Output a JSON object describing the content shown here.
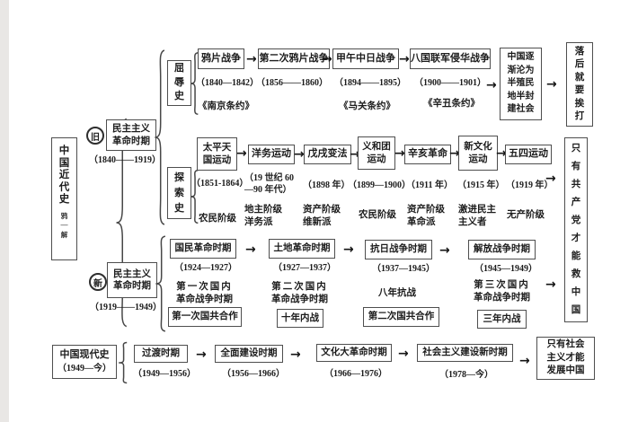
{
  "icons": {
    "arrow_right": "→",
    "brace": "{"
  },
  "root": {
    "title": "中国近代史",
    "note_top": "鸦",
    "note_dash": "—",
    "note_bottom": "解"
  },
  "old_period": {
    "badge": "旧",
    "title": "民主主义革命时期",
    "years": "（1840——1919）"
  },
  "humiliation": {
    "label": "屈辱史",
    "events": [
      {
        "name": "鸦片战争",
        "years": "（1840—1842）",
        "treaty": "《南京条约》"
      },
      {
        "name": "第二次鸦片战争",
        "years": "（1856——1860）",
        "treaty": ""
      },
      {
        "name": "甲午中日战争",
        "years": "（1894——1895）",
        "treaty": "《马关条约》"
      },
      {
        "name": "八国联军侵华战争",
        "years": "（1900——1901）",
        "treaty": "《辛丑条约》"
      }
    ],
    "result": "中国逐渐沦为半殖民地半封建社会",
    "conclusion": "落后就要挨打"
  },
  "exploration": {
    "label": "探索史",
    "events": [
      {
        "name": "太平天国运动",
        "years": "（1851-1864）",
        "social_class": "农民阶级"
      },
      {
        "name": "洋务运动",
        "years_line1": "（19 世纪 60",
        "years_line2": "—90 年代）",
        "social_class": "地主阶级洋务派"
      },
      {
        "name": "戊戌变法",
        "years": "（1898 年）",
        "social_class": "资产阶级维新派"
      },
      {
        "name": "义和团运动",
        "years": "（1899—1900）",
        "social_class": "农民阶级"
      },
      {
        "name": "辛亥革命",
        "years": "（1911 年）",
        "social_class": "资产阶级革命派"
      },
      {
        "name": "新文化运动",
        "years": "（1915 年）",
        "social_class": "激进民主主义者"
      },
      {
        "name": "五四运动",
        "years": "（1919 年）",
        "social_class": "无产阶级"
      }
    ],
    "conclusion": "只有共产党才能救中国"
  },
  "new_period": {
    "badge": "新",
    "title": "民主主义革命时期",
    "years": "（1919——1949）",
    "stages": [
      {
        "name": "国民革命时期",
        "years": "（1924—1927）",
        "alias_line1": "第一次国内",
        "alias_line2": "革命战争时期",
        "tag": "第一次国共合作"
      },
      {
        "name": "土地革命时期",
        "years": "（1927—1937）",
        "alias_line1": "第二次国内",
        "alias_line2": "革命战争时期",
        "tag": "十年内战"
      },
      {
        "name": "抗日战争时期",
        "years": "（1937—1945）",
        "alias_line1": "八年抗战",
        "alias_line2": "",
        "tag": "第二次国共合作"
      },
      {
        "name": "解放战争时期",
        "years": "（1945—1949）",
        "alias_line1": "第三次国内",
        "alias_line2": "革命战争时期",
        "tag": "三年内战"
      }
    ]
  },
  "contemporary": {
    "title": "中国现代史",
    "years": "（1949—今）",
    "stages": [
      {
        "name": "过渡时期",
        "years": "（1949—1956）"
      },
      {
        "name": "全面建设时期",
        "years": "（1956—1966）"
      },
      {
        "name": "文化大革命时期",
        "years": "（1966—1976）"
      },
      {
        "name": "社会主义建设新时期",
        "years": "（1978—今）"
      }
    ],
    "conclusion": "只有社会主义才能发展中国"
  }
}
